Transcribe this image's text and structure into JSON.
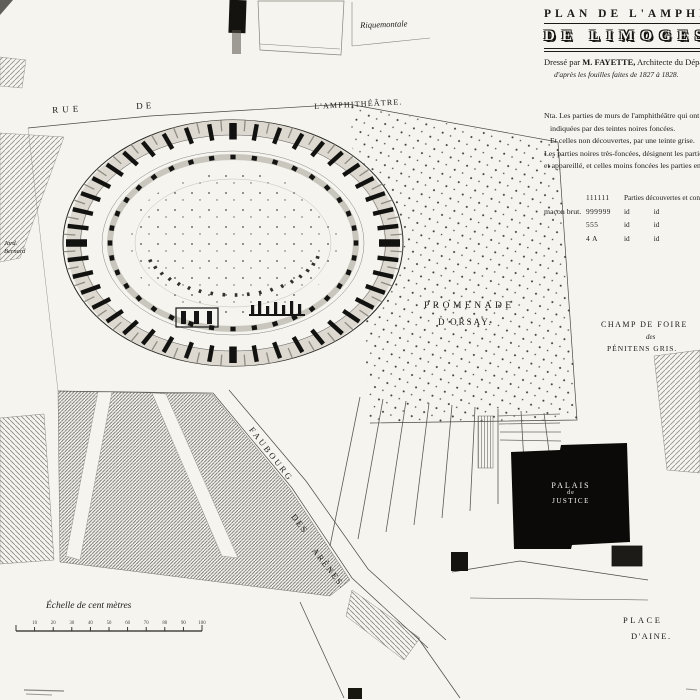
{
  "title_block": {
    "line1": "PLAN DE L'AMPHITHÉÂTRE",
    "line2": "DE LIMOGES",
    "byline_intro": "Dressé par",
    "byline_name": "M. FAYETTE,",
    "byline_rest": "Architecte du Département",
    "subline": "d'après les fouilles faites de 1827 à 1828."
  },
  "notes": {
    "l1": "Nta. Les parties de murs de l'amphithéâtre qui ont été découvertes sont",
    "l2": "indiquées par des teintes noires foncées.",
    "l3": "Et celles non découvertes, par une teinte grise.",
    "l4": "Les parties noires très-foncées, désignent les parties construites en pierre",
    "l5": "et appareillé, et celles moins foncées les parties en fondations de",
    "l6": "maçon brut."
  },
  "legend": {
    "rows": [
      {
        "swatch": "111111",
        "c1": "Parties découvertes et conservées",
        "c2": ""
      },
      {
        "swatch": "999999",
        "c1": "id",
        "c2": "id"
      },
      {
        "swatch": "555",
        "c1": "id",
        "c2": "id"
      },
      {
        "swatch": "4 A",
        "c1": "id",
        "c2": "id"
      }
    ]
  },
  "labels": {
    "rue": "RUE",
    "de": "DE",
    "amphitheatre": "L'AMPHITHÉÂTRE.",
    "promenade": "PROMENADE",
    "dorsay": "D'ORSAY.",
    "champ_de_foire": "CHAMP DE FOIRE",
    "champ_des": "des",
    "penitens": "PÉNITENS GRIS.",
    "faubourg": "FAUBOURG",
    "faubourg_des": "DES",
    "arenes": "ARÈNES.",
    "palais_l1": "PALAIS",
    "palais_l2": "de",
    "palais_l3": "JUSTICE",
    "place": "PLACE",
    "daine": "D'AINE.",
    "riquemontale": "Riquemontale",
    "jardin_l1": "Jard.",
    "jardin_l2": "Bernard"
  },
  "scale": {
    "caption": "Échelle de cent mètres",
    "ticks": [
      "10",
      "20",
      "30",
      "40",
      "50",
      "60",
      "70",
      "80",
      "90",
      "100"
    ]
  },
  "colors": {
    "ink": "#1b1a17",
    "paper": "#f5f4ef",
    "hatch": "#8f8c85",
    "solid_black": "#0b0a08"
  }
}
